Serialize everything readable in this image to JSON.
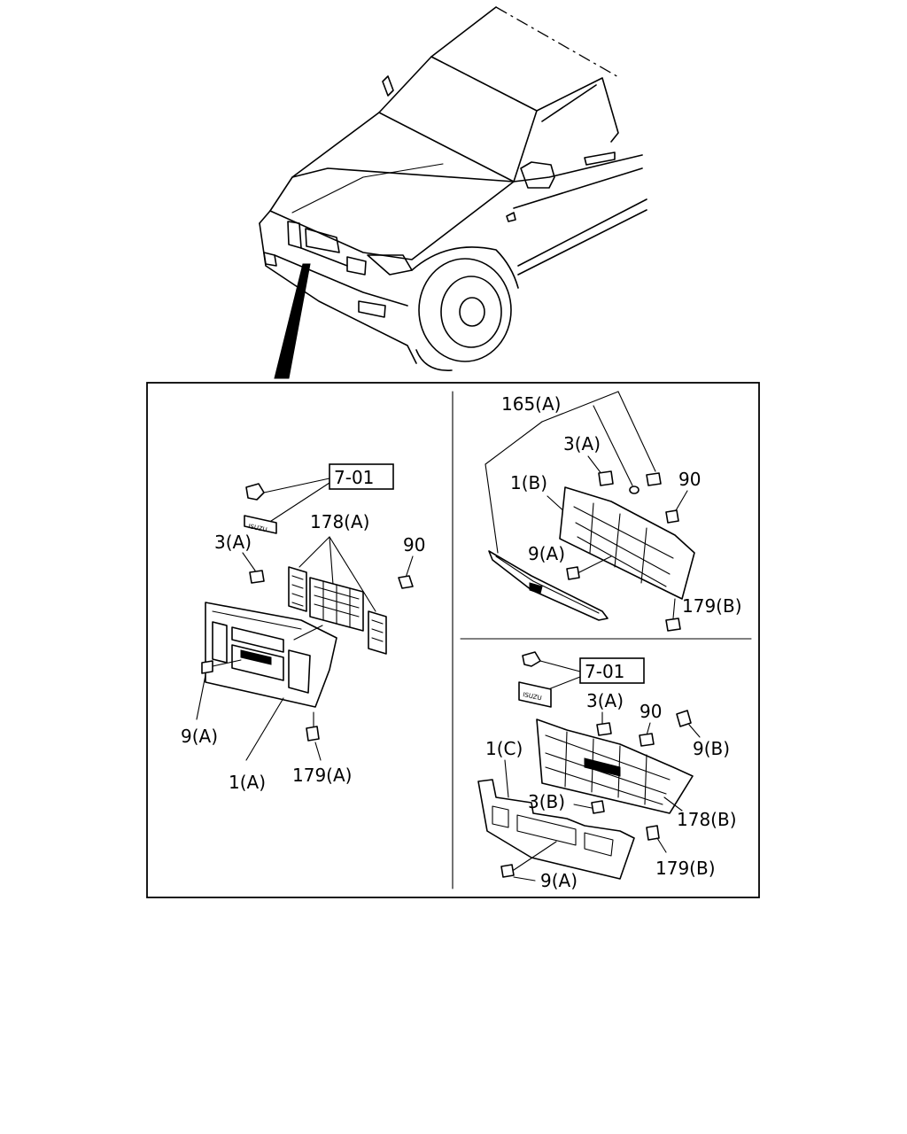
{
  "panels": {
    "left": {
      "ref_box": "7-01",
      "labels": {
        "grille_mesh": "178(A)",
        "clip_upper": "3(A)",
        "nut": "90",
        "screw": "9(A)",
        "grille": "1(A)",
        "clip_lower": "179(A)"
      }
    },
    "top_right": {
      "labels": {
        "molding": "165(A)",
        "clip_upper": "3(A)",
        "grille": "1(B)",
        "nut": "90",
        "screw": "9(A)",
        "clip_lower": "179(B)"
      }
    },
    "bottom_right": {
      "ref_box": "7-01",
      "labels": {
        "clip_upper": "3(A)",
        "nut": "90",
        "screw_b": "9(B)",
        "grille": "1(C)",
        "clip_b": "3(B)",
        "grille_mesh": "178(B)",
        "clip_lower": "179(B)",
        "screw_a": "9(A)"
      }
    }
  }
}
